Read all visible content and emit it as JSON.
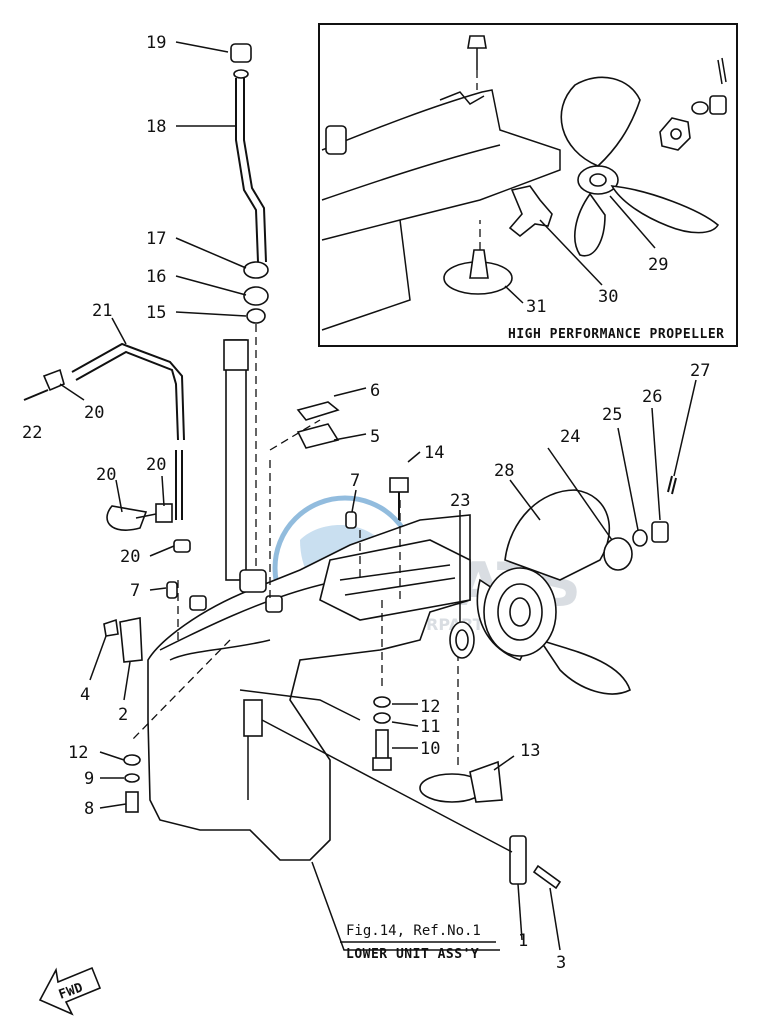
{
  "inset": {
    "caption": "HIGH PERFORMANCE PROPELLER",
    "callouts": [
      "29",
      "30",
      "31"
    ]
  },
  "reference_box": {
    "line1": "Fig.14, Ref.No.1",
    "line2": "LOWER UNIT ASS'Y"
  },
  "direction_label": "FWD",
  "watermark": {
    "brand": "BOATS",
    "sub": "MOTORPARTS"
  },
  "callouts": [
    "1",
    "2",
    "3",
    "4",
    "5",
    "6",
    "7",
    "7",
    "8",
    "9",
    "10",
    "11",
    "12",
    "12",
    "13",
    "14",
    "15",
    "16",
    "17",
    "18",
    "19",
    "20",
    "20",
    "20",
    "20",
    "21",
    "22",
    "23",
    "24",
    "25",
    "26",
    "27",
    "28"
  ]
}
